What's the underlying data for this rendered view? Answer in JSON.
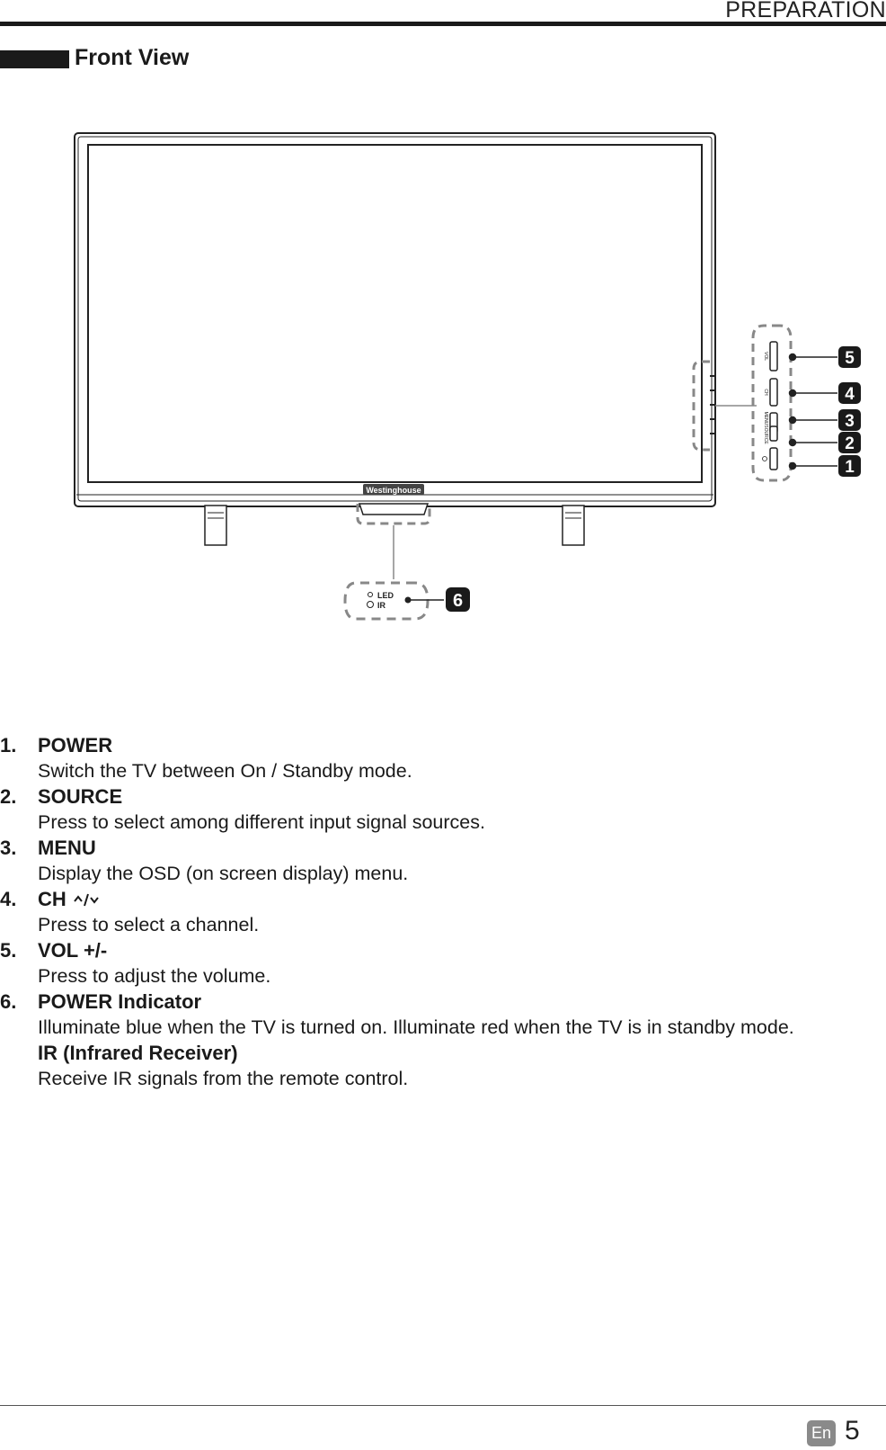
{
  "header": {
    "section": "PREPARATION"
  },
  "section_title": "Front View",
  "diagram": {
    "brand": "Westinghouse",
    "panel_labels": {
      "led": "LED",
      "ir": "IR",
      "vol": "VOL",
      "ch": "CH",
      "menu": "MENU",
      "source": "SOURCE"
    },
    "callouts": [
      "5",
      "4",
      "3",
      "2",
      "1",
      "6"
    ]
  },
  "items": [
    {
      "num": "1.",
      "label": "POWER",
      "desc": "Switch the TV between On / Standby mode."
    },
    {
      "num": "2.",
      "label": "SOURCE",
      "desc": "Press to select among different input signal sources."
    },
    {
      "num": "3.",
      "label": "MENU",
      "desc": "Display the OSD (on screen display) menu."
    },
    {
      "num": "4.",
      "label": "CH",
      "desc": "Press to select a channel."
    },
    {
      "num": "5.",
      "label": "VOL +/-",
      "desc": "Press to adjust the volume."
    },
    {
      "num": "6.",
      "label": "POWER Indicator",
      "desc": "Illuminate blue when the TV is turned on. Illuminate red when the TV is in standby mode."
    }
  ],
  "ir": {
    "label": "IR (Infrared Receiver)",
    "desc": "Receive IR signals from the remote control."
  },
  "footer": {
    "lang": "En",
    "page": "5"
  }
}
